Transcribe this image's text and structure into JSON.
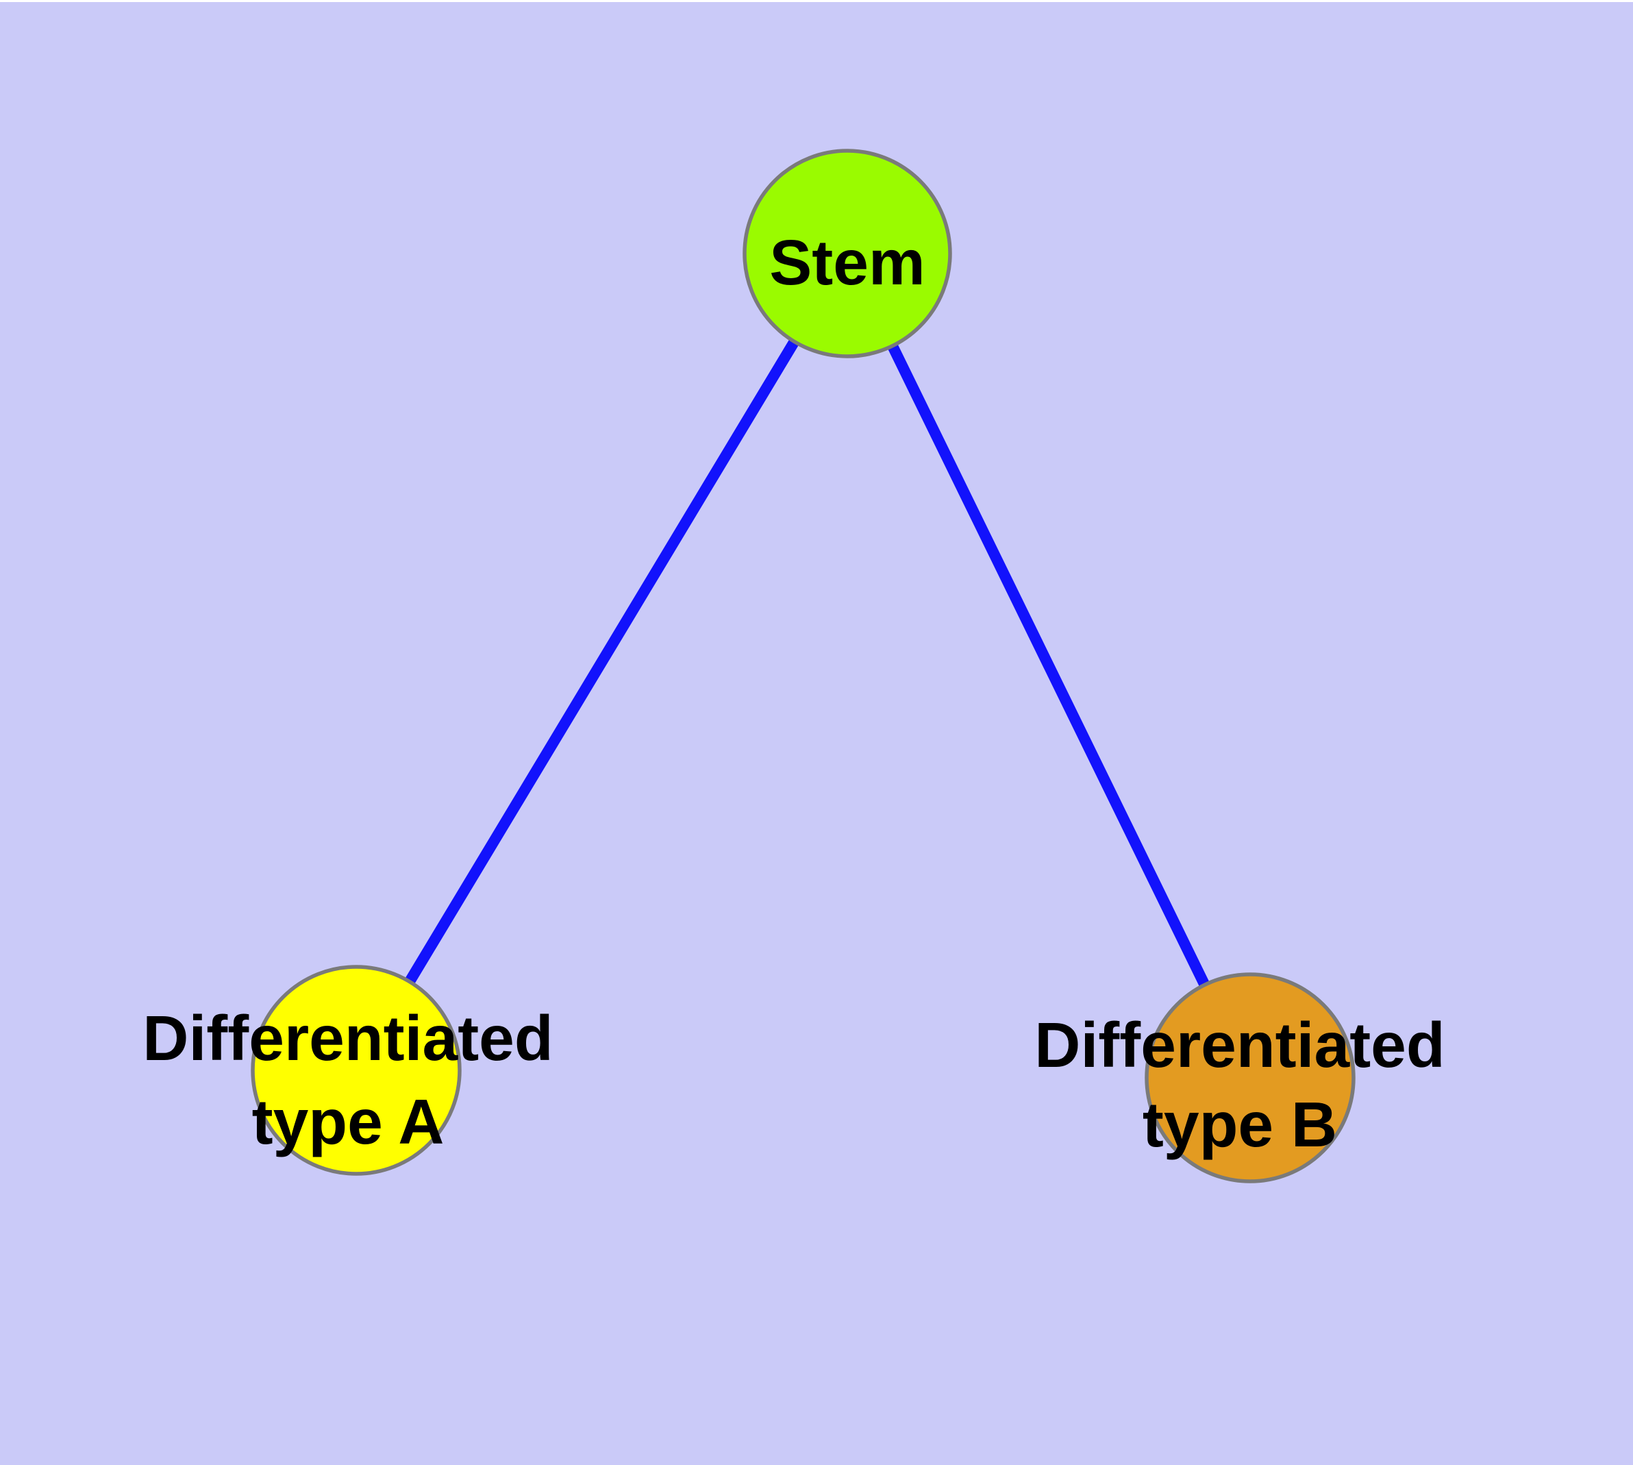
{
  "figure": {
    "background_color": "#cacaf8",
    "top_strip_color": "#ffffff"
  },
  "graph": {
    "title": "",
    "nodes": [
      {
        "id": "stem",
        "label": "Stem",
        "fill": "#9afb00",
        "border": "#7a7a7a",
        "text_color": "#000000"
      },
      {
        "id": "differentiated-type-a",
        "label_line1": "Differentiated",
        "label_line2": "type A",
        "fill": "#ffff00",
        "border": "#7a7a7a",
        "text_color": "#000000"
      },
      {
        "id": "differentiated-type-b",
        "label_line1": "Differentiated",
        "label_line2": "type B",
        "fill": "#e39b21",
        "border": "#7a7a7a",
        "text_color": "#000000"
      }
    ],
    "edges": [
      {
        "from": "stem",
        "to": "differentiated-type-a",
        "color": "#1212fc"
      },
      {
        "from": "stem",
        "to": "differentiated-type-b",
        "color": "#1212fc"
      }
    ]
  }
}
